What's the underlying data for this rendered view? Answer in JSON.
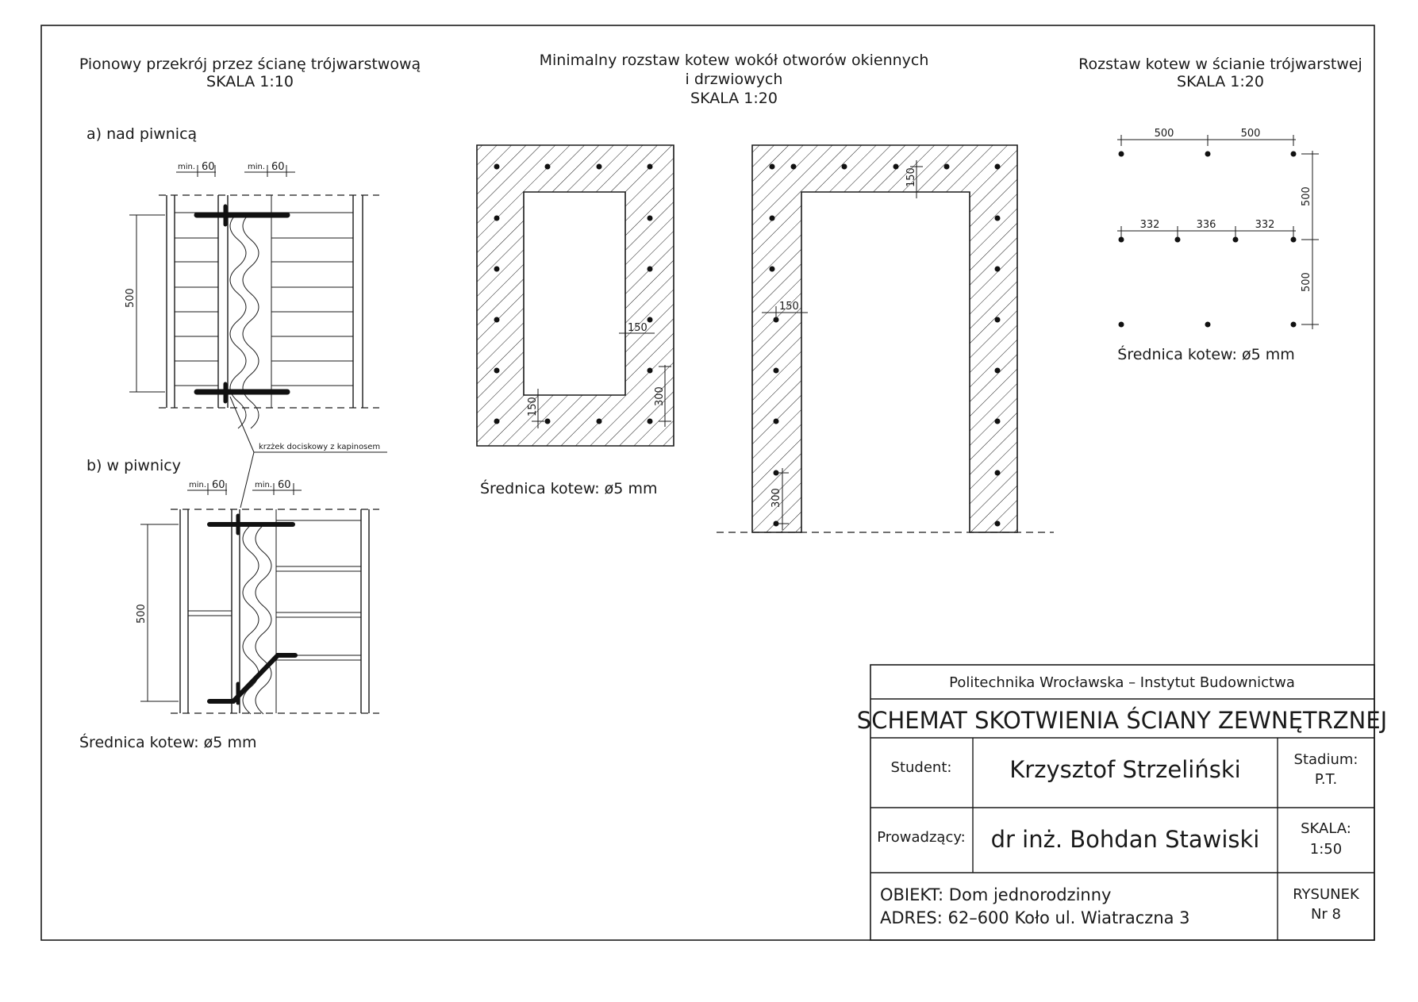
{
  "section_vertical": {
    "title": "Pionowy przekrój przez ścianę trójwarstwową",
    "scale": "SKALA 1:10",
    "a_label": "a) nad piwnicą",
    "b_label": "b) w piwnicy",
    "min_label": "min.",
    "min_value": "60",
    "height_dim": "500",
    "callout": "krzżek dociskowy z kapinosem",
    "diameter_note": "Średnica kotew: ø5 mm"
  },
  "section_openings": {
    "title_line1": "Minimalny rozstaw kotew wokół otworów okiennych",
    "title_line2": "i drzwiowych",
    "scale": "SKALA 1:20",
    "dim_150": "150",
    "dim_300": "300",
    "diameter_note": "Średnica kotew: ø5 mm"
  },
  "section_spacing": {
    "title": "Rozstaw kotew w ścianie trójwarstwej",
    "scale": "SKALA 1:20",
    "dim_top": [
      "500",
      "500"
    ],
    "dim_mid": [
      "332",
      "336",
      "332"
    ],
    "dim_vert": [
      "500",
      "500"
    ],
    "diameter_note": "Średnica kotew: ø5 mm"
  },
  "title_block": {
    "institution": "Politechnika Wrocławska – Instytut Budownictwa",
    "drawing_title": "SCHEMAT SKOTWIENIA ŚCIANY ZEWNĘTRZNEJ",
    "student_label": "Student:",
    "student_name": "Krzysztof Strzeliński",
    "stage_label": "Stadium:",
    "stage_value": "P.T.",
    "supervisor_label": "Prowadzący:",
    "supervisor_name": "dr inż. Bohdan Stawiski",
    "scale_label": "SKALA:",
    "scale_value": "1:50",
    "object_line": "OBIEKT: Dom jednorodzinny",
    "address_line": "ADRES: 62–600 Koło ul. Wiatraczna 3",
    "drawing_label": "RYSUNEK",
    "drawing_number": "Nr 8"
  }
}
